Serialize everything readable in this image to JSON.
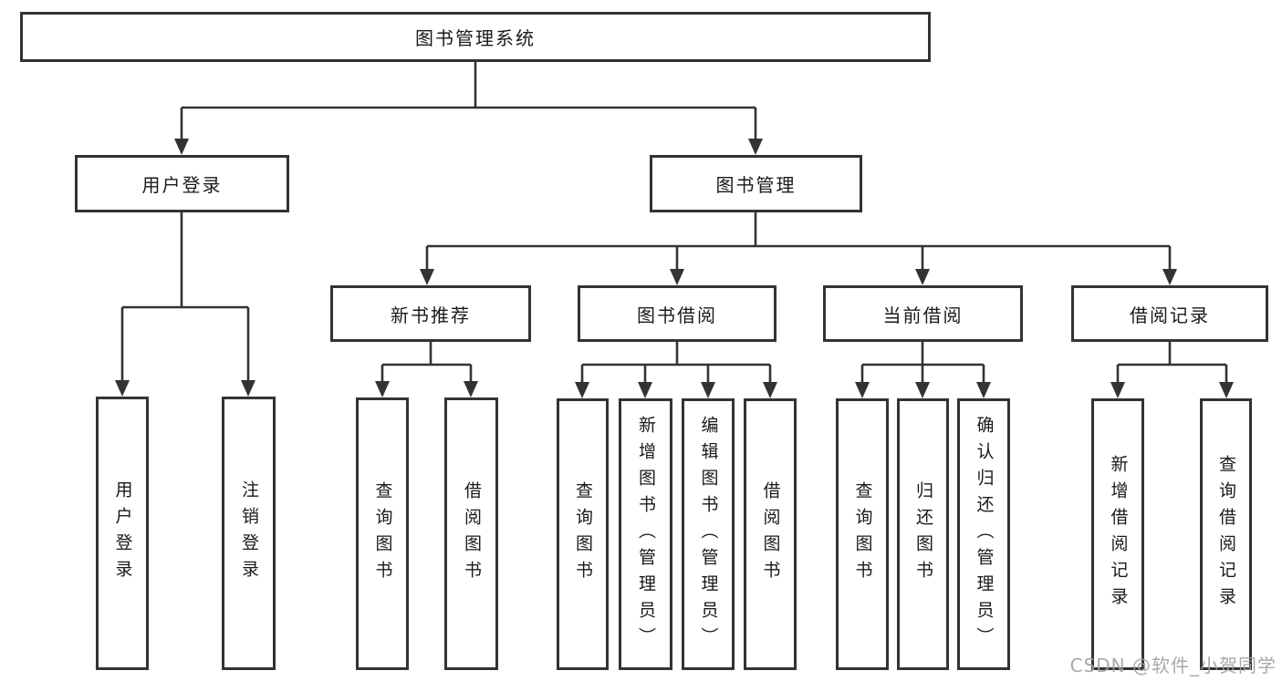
{
  "diagram": {
    "root": "图书管理系统",
    "branches": [
      {
        "label": "用户登录",
        "children": [
          "用户登录",
          "注销登录"
        ]
      },
      {
        "label": "图书管理",
        "groups": [
          {
            "label": "新书推荐",
            "children": [
              "查询图书",
              "借阅图书"
            ]
          },
          {
            "label": "图书借阅",
            "children": [
              "查询图书",
              "新增图书（管理员）",
              "编辑图书（管理员）",
              "借阅图书"
            ]
          },
          {
            "label": "当前借阅",
            "children": [
              "查询图书",
              "归还图书",
              "确认归还（管理员）"
            ]
          },
          {
            "label": "借阅记录",
            "children": [
              "新增借阅记录",
              "查询借阅记录"
            ]
          }
        ]
      }
    ]
  },
  "watermark": "CSDN @软件_小贺同学",
  "colors": {
    "line": "#333333",
    "text": "#1a1a1a",
    "watermark": "#9e9e9e"
  }
}
